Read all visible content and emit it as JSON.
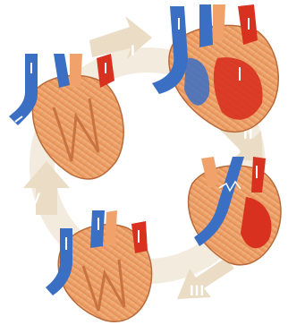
{
  "diagram": {
    "stages": [
      {
        "label": "I"
      },
      {
        "label": "II"
      },
      {
        "label": "III"
      },
      {
        "label": "IV"
      }
    ],
    "colors": {
      "cycle_arrow": "#efe4d2",
      "cycle_arrow_dark": "#e7d8c0",
      "muscle": "#eea36a",
      "muscle_dark": "#d9834a",
      "outline": "#b86a3a",
      "deoxygenated": "#3b6fc4",
      "oxygenated": "#d8311f",
      "flow_arrow": "#ffffff"
    }
  }
}
